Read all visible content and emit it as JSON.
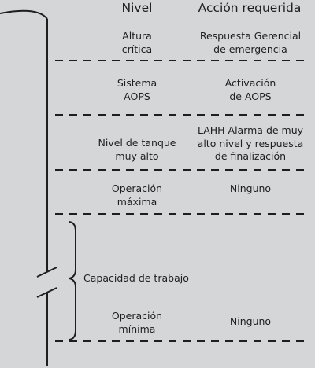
{
  "headers": {
    "level": "Nivel",
    "action": "Acción requerida"
  },
  "rows": [
    {
      "level": "Altura\ncrítica",
      "action": "Respuesta Gerencial\nde emergencia"
    },
    {
      "level": "Sistema\nAOPS",
      "action": "Activación\nde AOPS"
    },
    {
      "level": "Nivel de tanque\nmuy alto",
      "action": "LAHH Alarma de muy\nalto nivel y respuesta\nde finalización"
    },
    {
      "level": "Operación\nmáxima",
      "action": "Ninguno"
    },
    {
      "level": "Operación\nmínima",
      "action": "Ninguno"
    }
  ],
  "bracket_label": "Capacidad de trabajo",
  "colors": {
    "background": "#d5d6d8",
    "line": "#1e1e1e"
  }
}
